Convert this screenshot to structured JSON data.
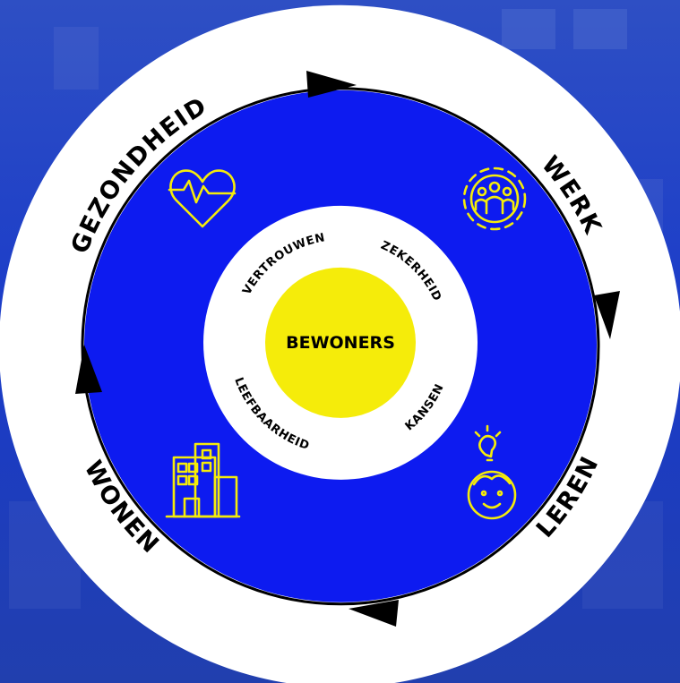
{
  "diagram": {
    "center": {
      "label": "BEWONERS"
    },
    "outer_ring_labels": {
      "top_left": "GEZONDHEID",
      "top_right": "WERK",
      "bottom_right": "LEREN",
      "bottom_left": "WONEN"
    },
    "inner_ring_labels": {
      "top_left": "VERTROUWEN",
      "top_right": "ZEKERHEID",
      "bottom_right": "KANSEN",
      "bottom_left": "LEEFBAARHEID"
    },
    "icons": {
      "top_left": "heart-pulse-icon",
      "top_right": "team-gear-icon",
      "bottom_right": "idea-person-icon",
      "bottom_left": "buildings-icon"
    },
    "cycle_direction": "clockwise"
  },
  "colors": {
    "background": "#1436c8",
    "blue_ring": "#0d1bf0",
    "white_ring": "#ffffff",
    "center": "#f5ec0a",
    "icons": "#f5ec0a",
    "text": "#000000",
    "arrows": "#000000"
  }
}
